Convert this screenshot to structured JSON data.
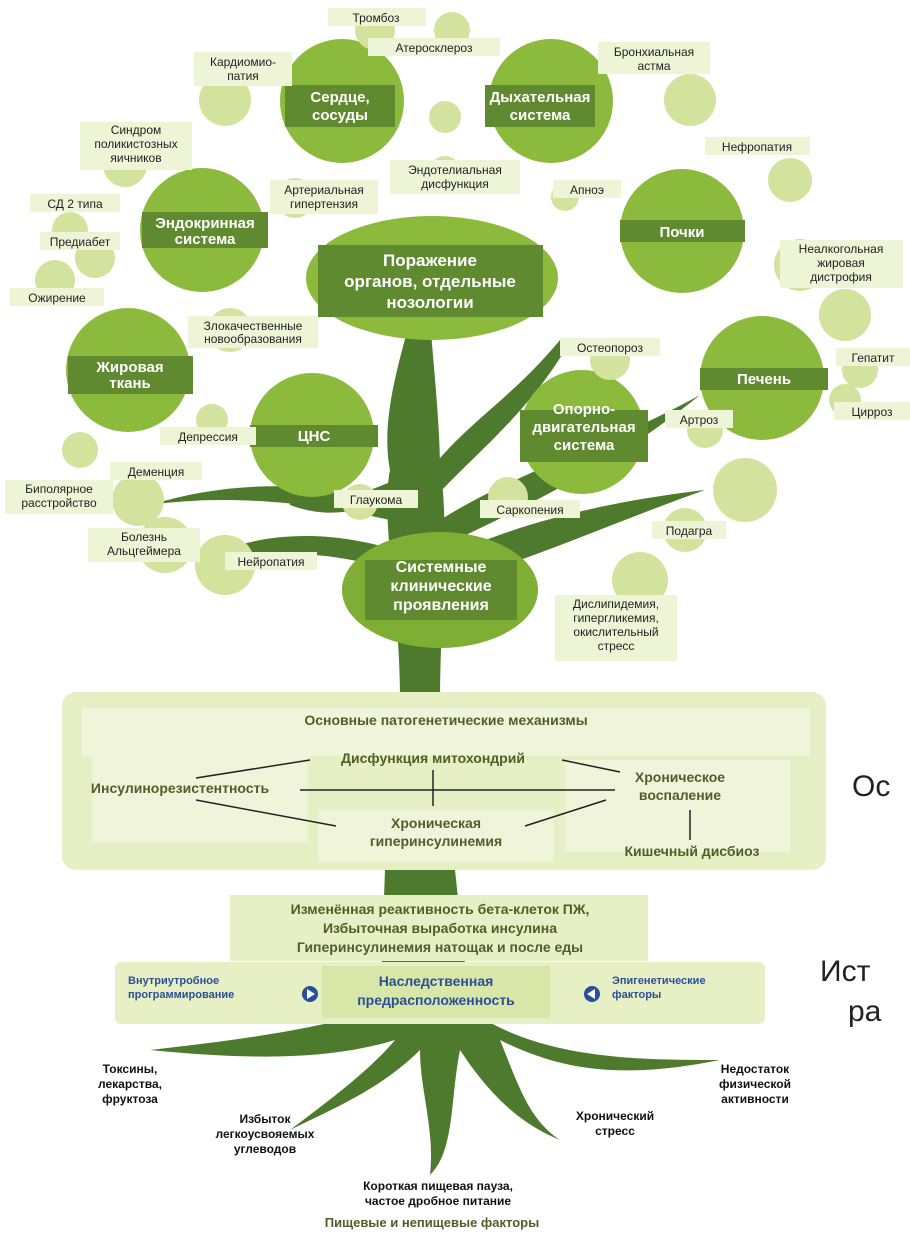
{
  "crown": {
    "center": [
      "Поражение",
      "органов, отдельные",
      "нозологии"
    ],
    "systemic": [
      "Системные",
      "клинические",
      "проявления"
    ],
    "organs": {
      "heart": [
        "Сердце,",
        "сосуды"
      ],
      "resp": [
        "Дыхательная",
        "система"
      ],
      "endo": [
        "Эндокринная",
        "система"
      ],
      "kidney": [
        "Почки"
      ],
      "fat": [
        "Жировая",
        "ткань"
      ],
      "liver": [
        "Печень"
      ],
      "cns": [
        "ЦНС"
      ],
      "msk": [
        "Опорно-",
        "двигательная",
        "система"
      ]
    },
    "labels": {
      "thrombosis": [
        "Тромбоз"
      ],
      "atherosclerosis": [
        "Атеросклероз"
      ],
      "cardiomyopathy": [
        "Кардиомио-",
        "патия"
      ],
      "asthma": [
        "Бронхиальная",
        "астма"
      ],
      "pcos": [
        "Синдром",
        "поликистозных",
        "яичников"
      ],
      "endothelial": [
        "Эндотелиальная",
        "дисфункция"
      ],
      "nephropathy": [
        "Нефропатия"
      ],
      "diabetes2": [
        "СД 2 типа"
      ],
      "hypertension": [
        "Артериальная",
        "гипертензия"
      ],
      "apnea": [
        "Апноэ"
      ],
      "nafld": [
        "Неалкогольная",
        "жировая",
        "дистрофия"
      ],
      "prediabetes": [
        "Предиабет"
      ],
      "obesity": [
        "Ожирение"
      ],
      "malignancy": [
        "Злокачественные",
        "новообразования"
      ],
      "osteoporosis": [
        "Остеопороз"
      ],
      "hepatitis": [
        "Гепатит"
      ],
      "cirrhosis": [
        "Цирроз"
      ],
      "depression": [
        "Депрессия"
      ],
      "arthrosis": [
        "Артроз"
      ],
      "dementia": [
        "Деменция"
      ],
      "bipolar": [
        "Биполярное",
        "расстройство"
      ],
      "glaucoma": [
        "Глаукома"
      ],
      "sarcopenia": [
        "Саркопения"
      ],
      "alzheimer": [
        "Болезнь",
        "Альцгеймера"
      ],
      "gout": [
        "Подагра"
      ],
      "neuropathy": [
        "Нейропатия"
      ],
      "dyslipidemia": [
        "Дислипидемия,",
        "гипергликемия,",
        "окислительный",
        "стресс"
      ]
    }
  },
  "mechanisms": {
    "title": "Основные патогенетические механизмы",
    "mito": "Дисфункция митохондрий",
    "insulin_res": "Инсулинорезистентность",
    "inflammation": [
      "Хроническое",
      "воспаление"
    ],
    "hyperins": [
      "Хроническая",
      "гиперинсулинемия"
    ],
    "dysbiosis": "Кишечный дисбиоз"
  },
  "beta": [
    "Изменённая реактивность бета-клеток ПЖ,",
    "Избыточная выработка инсулина",
    "Гиперинсулинемия натощак и после еды"
  ],
  "hereditary": {
    "main": [
      "Наследственная",
      "предрасположенность"
    ],
    "left": [
      "Внутриутробное",
      "программирование"
    ],
    "right": [
      "Эпигенетические",
      "факторы"
    ]
  },
  "roots": {
    "toxins": [
      "Токсины,",
      "лекарства,",
      "фруктоза"
    ],
    "carbs": [
      "Избыток",
      "легкоусвояемых",
      "углеводов"
    ],
    "pause": [
      "Короткая пищевая пауза,",
      "частое дробное питание"
    ],
    "stress": [
      "Хронический",
      "стресс"
    ],
    "activity": [
      "Недостаток",
      "физической",
      "активности"
    ],
    "footer": "Пищевые и непищевые факторы"
  },
  "side_text": {
    "line1": "Ос",
    "line2": "Ист",
    "line3": "ра"
  },
  "colors": {
    "trunk": "#4d7a2c",
    "circle": "#8cba3c",
    "circle_light": "#d3e39d",
    "band": "#5f8a30",
    "box_bg": "#e7efc4",
    "mech_bg": "#f0f4da"
  }
}
